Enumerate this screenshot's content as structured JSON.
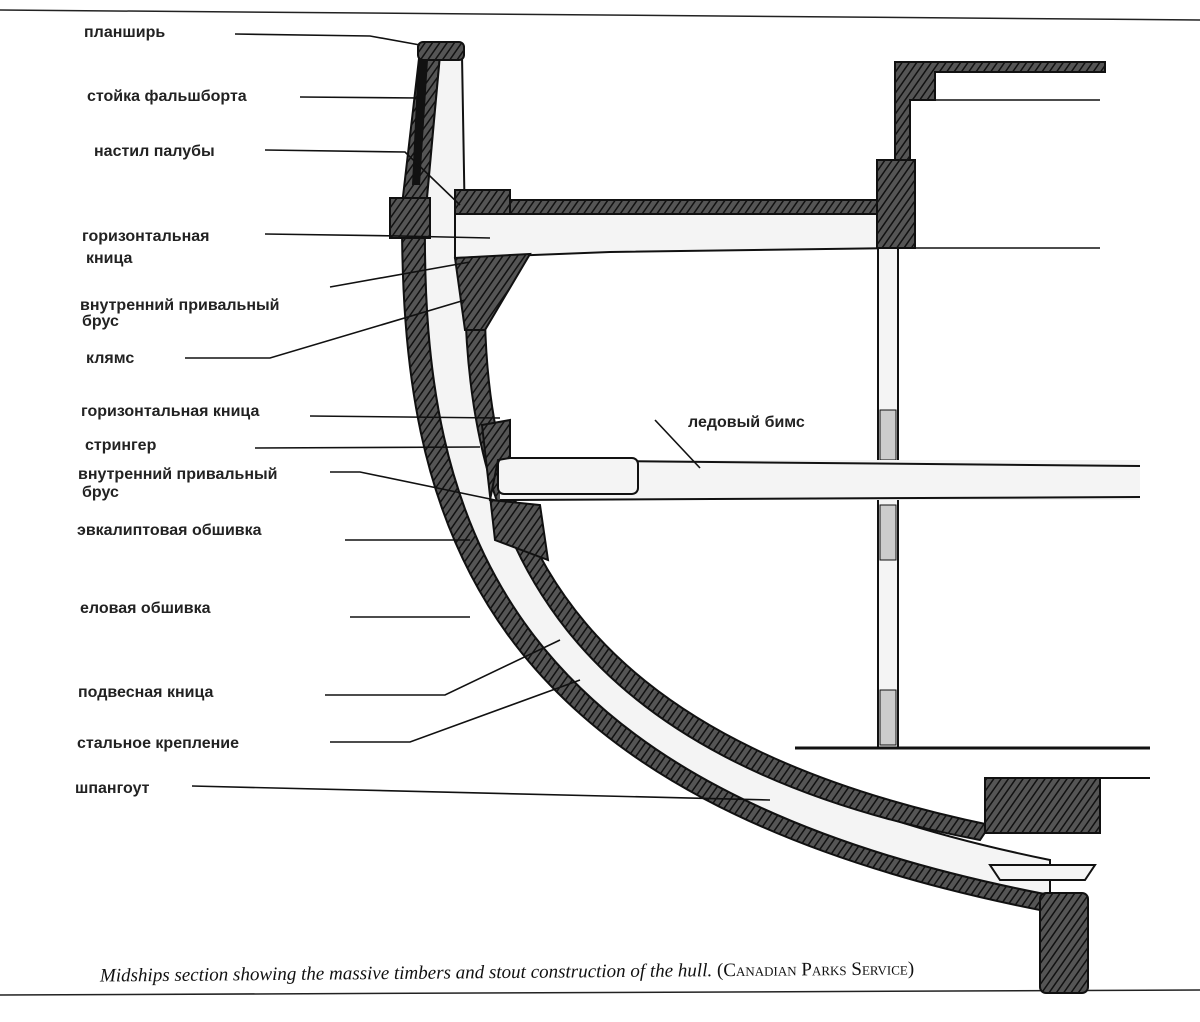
{
  "labels": {
    "gunwale": "планширь",
    "bulwark_stanchion": "стойка фальшборта",
    "deck_planking": "настил палубы",
    "lodging_knee_1a": "горизонтальная",
    "lodging_knee_1b": "кница",
    "inner_wale_1a": "внутренний привальный",
    "inner_wale_1b": "брус",
    "clamp": "клямс",
    "lodging_knee_2": "горизонтальная кница",
    "stringer": "стрингер",
    "inner_wale_2a": "внутренний привальный",
    "inner_wale_2b": "брус",
    "eucalyptus_sheathing": "эвкалиптовая обшивка",
    "spruce_planking": "еловая обшивка",
    "hanging_knee": "подвесная кница",
    "steel_strap": "стальное крепление",
    "frame": "шпангоут",
    "ice_beam": "ледовый бимс"
  },
  "caption": {
    "text": "Midships section showing the massive timbers and stout construction of the hull.",
    "source": "(Canadian Parks Service)"
  }
}
